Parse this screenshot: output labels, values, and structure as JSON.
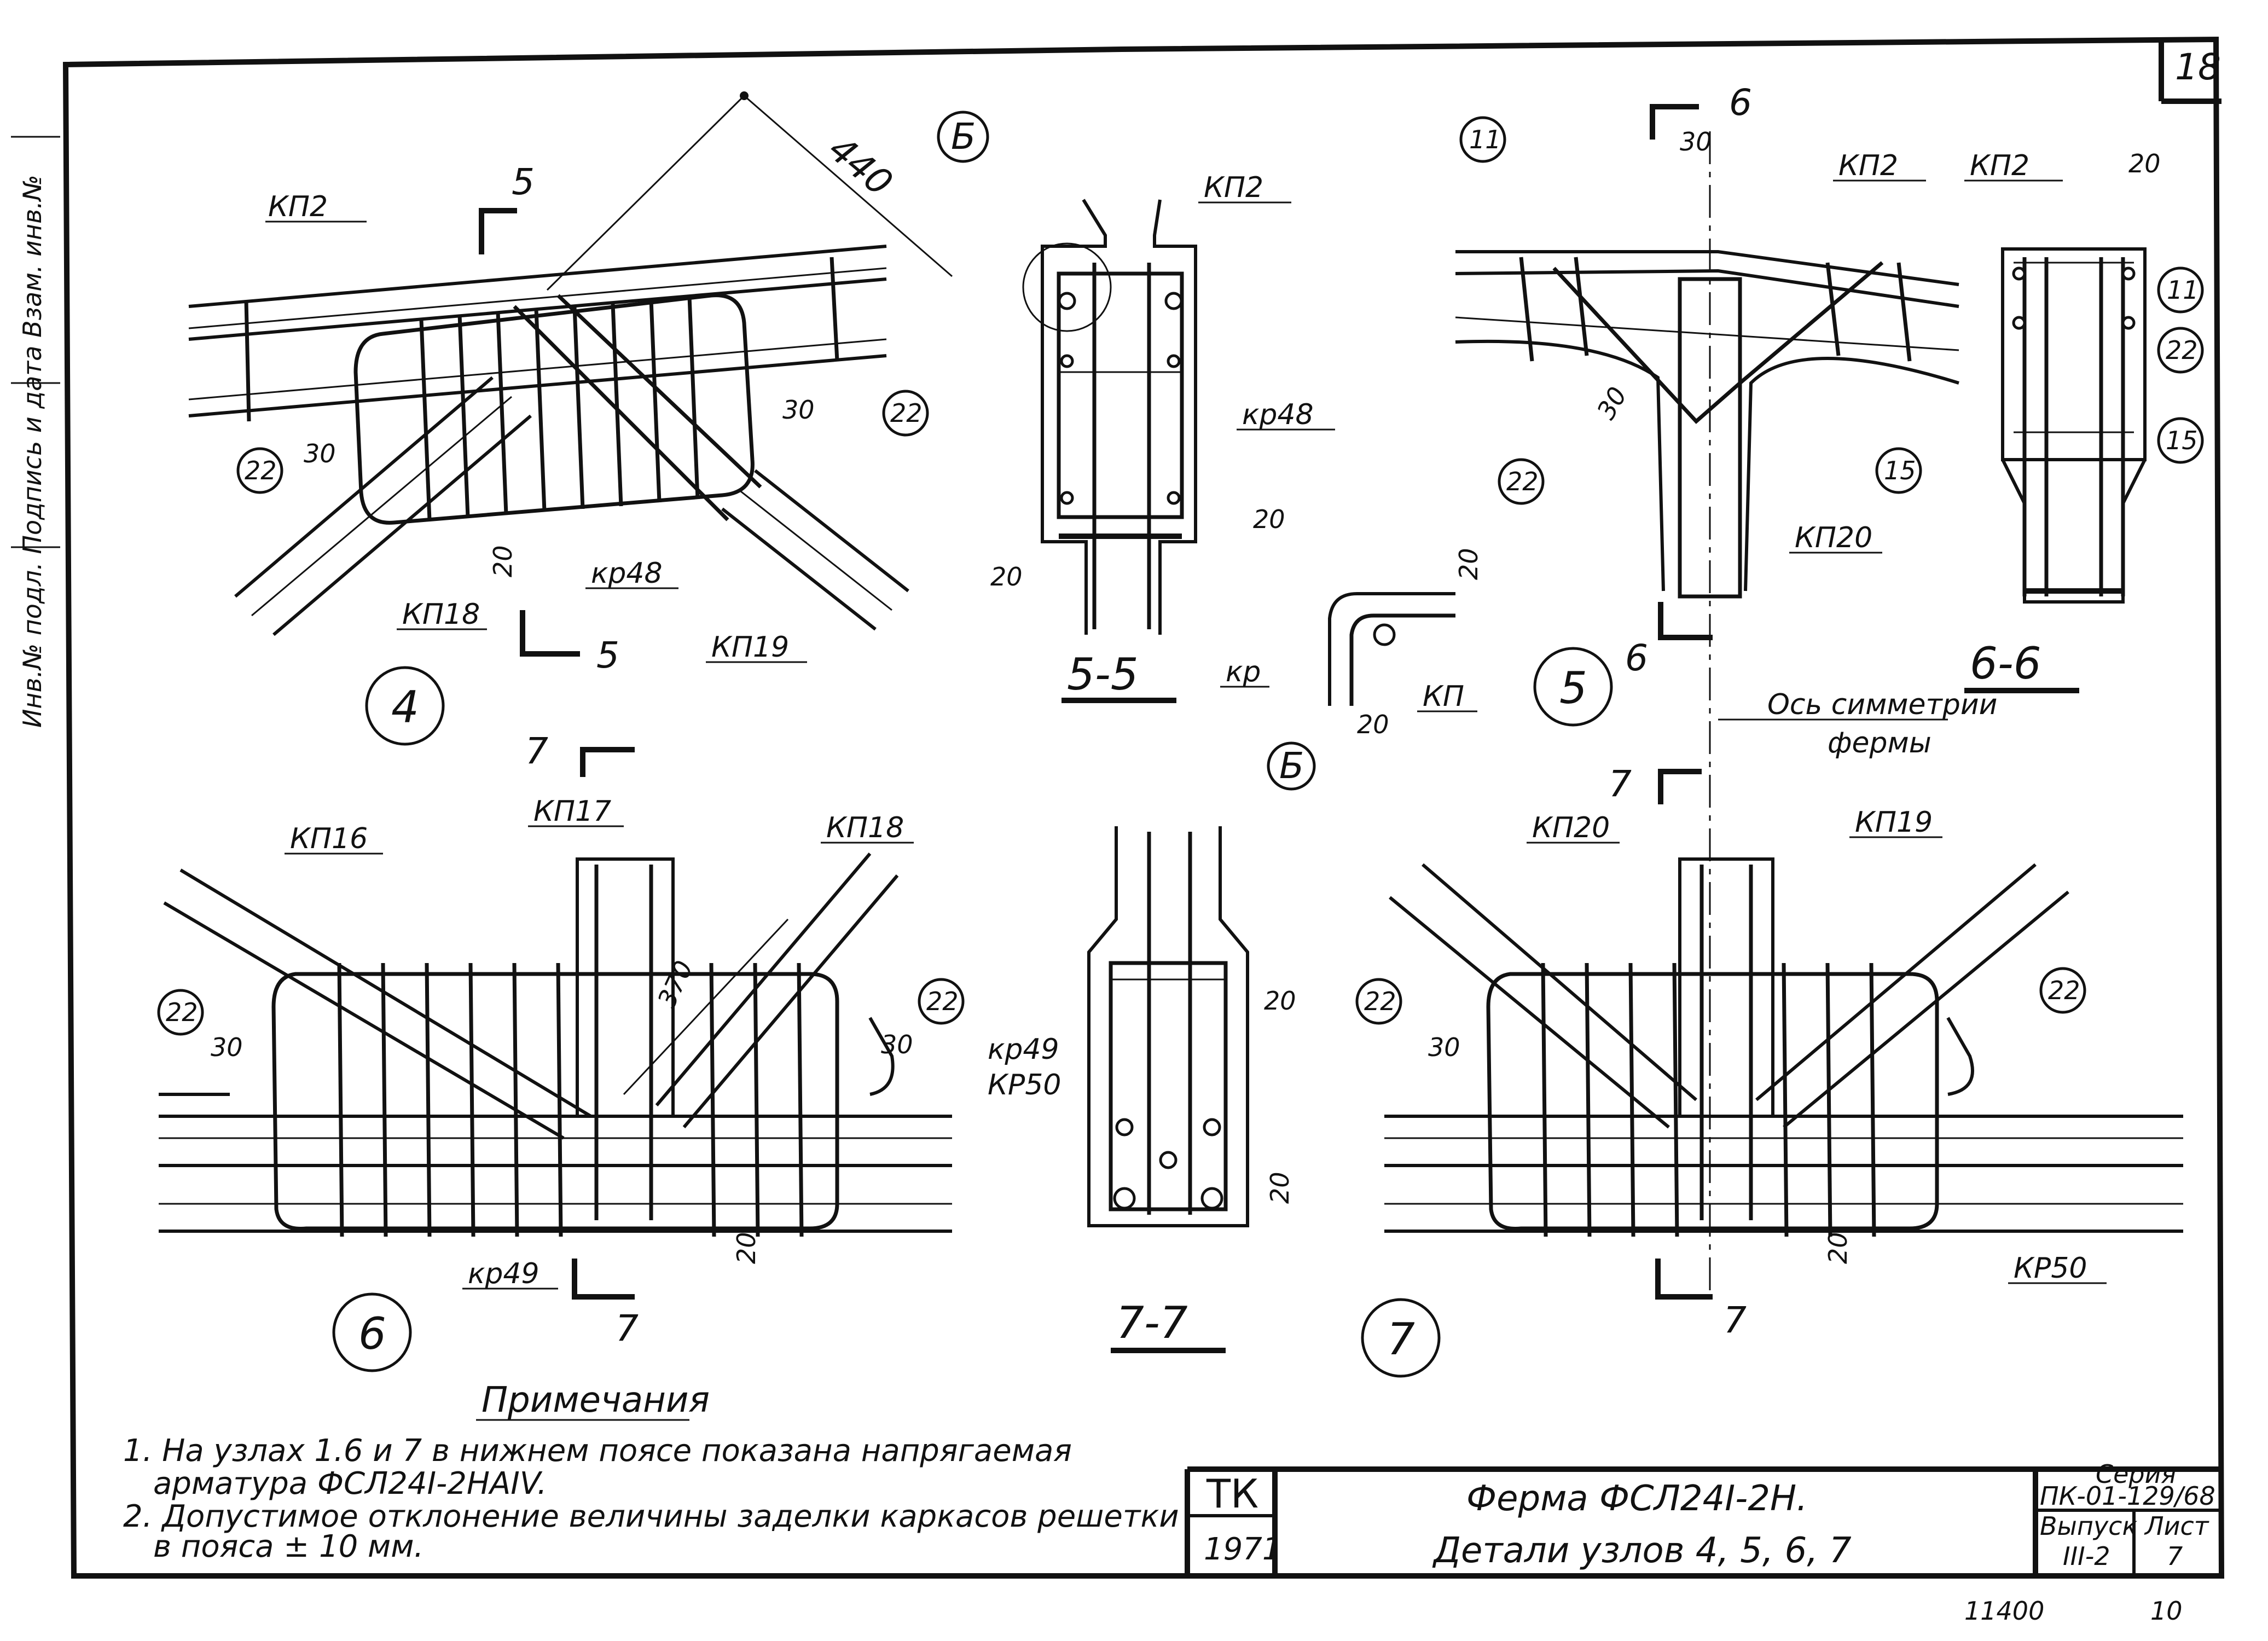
{
  "sheet": {
    "page_number": "18",
    "bottom_numbers": [
      "11400",
      "10"
    ]
  },
  "margin_text": "Инв.№ подл. Подпись и дата Взам. инв.№",
  "nodes": [
    {
      "id": "4",
      "labels": [
        "КП2",
        "КП18",
        "КП19",
        "кр48"
      ],
      "callouts": [
        "22",
        "22"
      ],
      "dims": [
        "440",
        "30",
        "30",
        "20"
      ],
      "section": "5"
    },
    {
      "id": "5",
      "labels": [
        "КП2",
        "КП20"
      ],
      "callouts": [
        "11",
        "22",
        "15"
      ],
      "dims": [
        "30",
        "30"
      ],
      "section": "6"
    },
    {
      "id": "6",
      "labels": [
        "КП16",
        "КП17",
        "КП18",
        "кр49"
      ],
      "callouts": [
        "22",
        "22"
      ],
      "dims": [
        "370",
        "30",
        "30",
        "20"
      ],
      "section": "7"
    },
    {
      "id": "7",
      "labels": [
        "КП20",
        "КП19",
        "КР50"
      ],
      "callouts": [
        "22",
        "22"
      ],
      "dims": [
        "30",
        "20"
      ],
      "section": "7"
    }
  ],
  "sections": [
    {
      "id": "5-5",
      "labels": [
        "КП2",
        "кр48"
      ],
      "dims": [
        "20",
        "20"
      ]
    },
    {
      "id": "6-6",
      "labels": [
        "КП2"
      ],
      "callouts": [
        "11",
        "22",
        "15"
      ],
      "dims": [
        "20"
      ]
    },
    {
      "id": "7-7",
      "labels": [
        "кр49",
        "КР50"
      ],
      "dims": [
        "20",
        "20"
      ]
    }
  ],
  "detail_b": {
    "mark": "Б",
    "labels": [
      "кр",
      "КП"
    ],
    "dims": [
      "20",
      "20"
    ]
  },
  "axis_label": [
    "Ось симметрии",
    "фермы"
  ],
  "section_marks": {
    "five": "5",
    "six": "6",
    "seven": "7"
  },
  "notes": {
    "heading": "Примечания",
    "items": [
      "1. На узлах 1.6 и 7 в нижнем поясе показана напрягаемая",
      "арматура ФСЛ24I-2НАIV.",
      "2. Допустимое отклонение величины заделки каркасов решетки",
      "в пояса ± 10 мм."
    ]
  },
  "title_block": {
    "org": "ТК",
    "year": "1971",
    "title_line1": "Ферма ФСЛ24I-2Н.",
    "title_line2": "Детали узлов 4, 5, 6, 7",
    "series_label": "Серия",
    "series_value": "ПК-01-129/68",
    "issue_label": "Выпуск",
    "issue_value": "III-2",
    "sheet_label": "Лист",
    "sheet_value": "7"
  }
}
